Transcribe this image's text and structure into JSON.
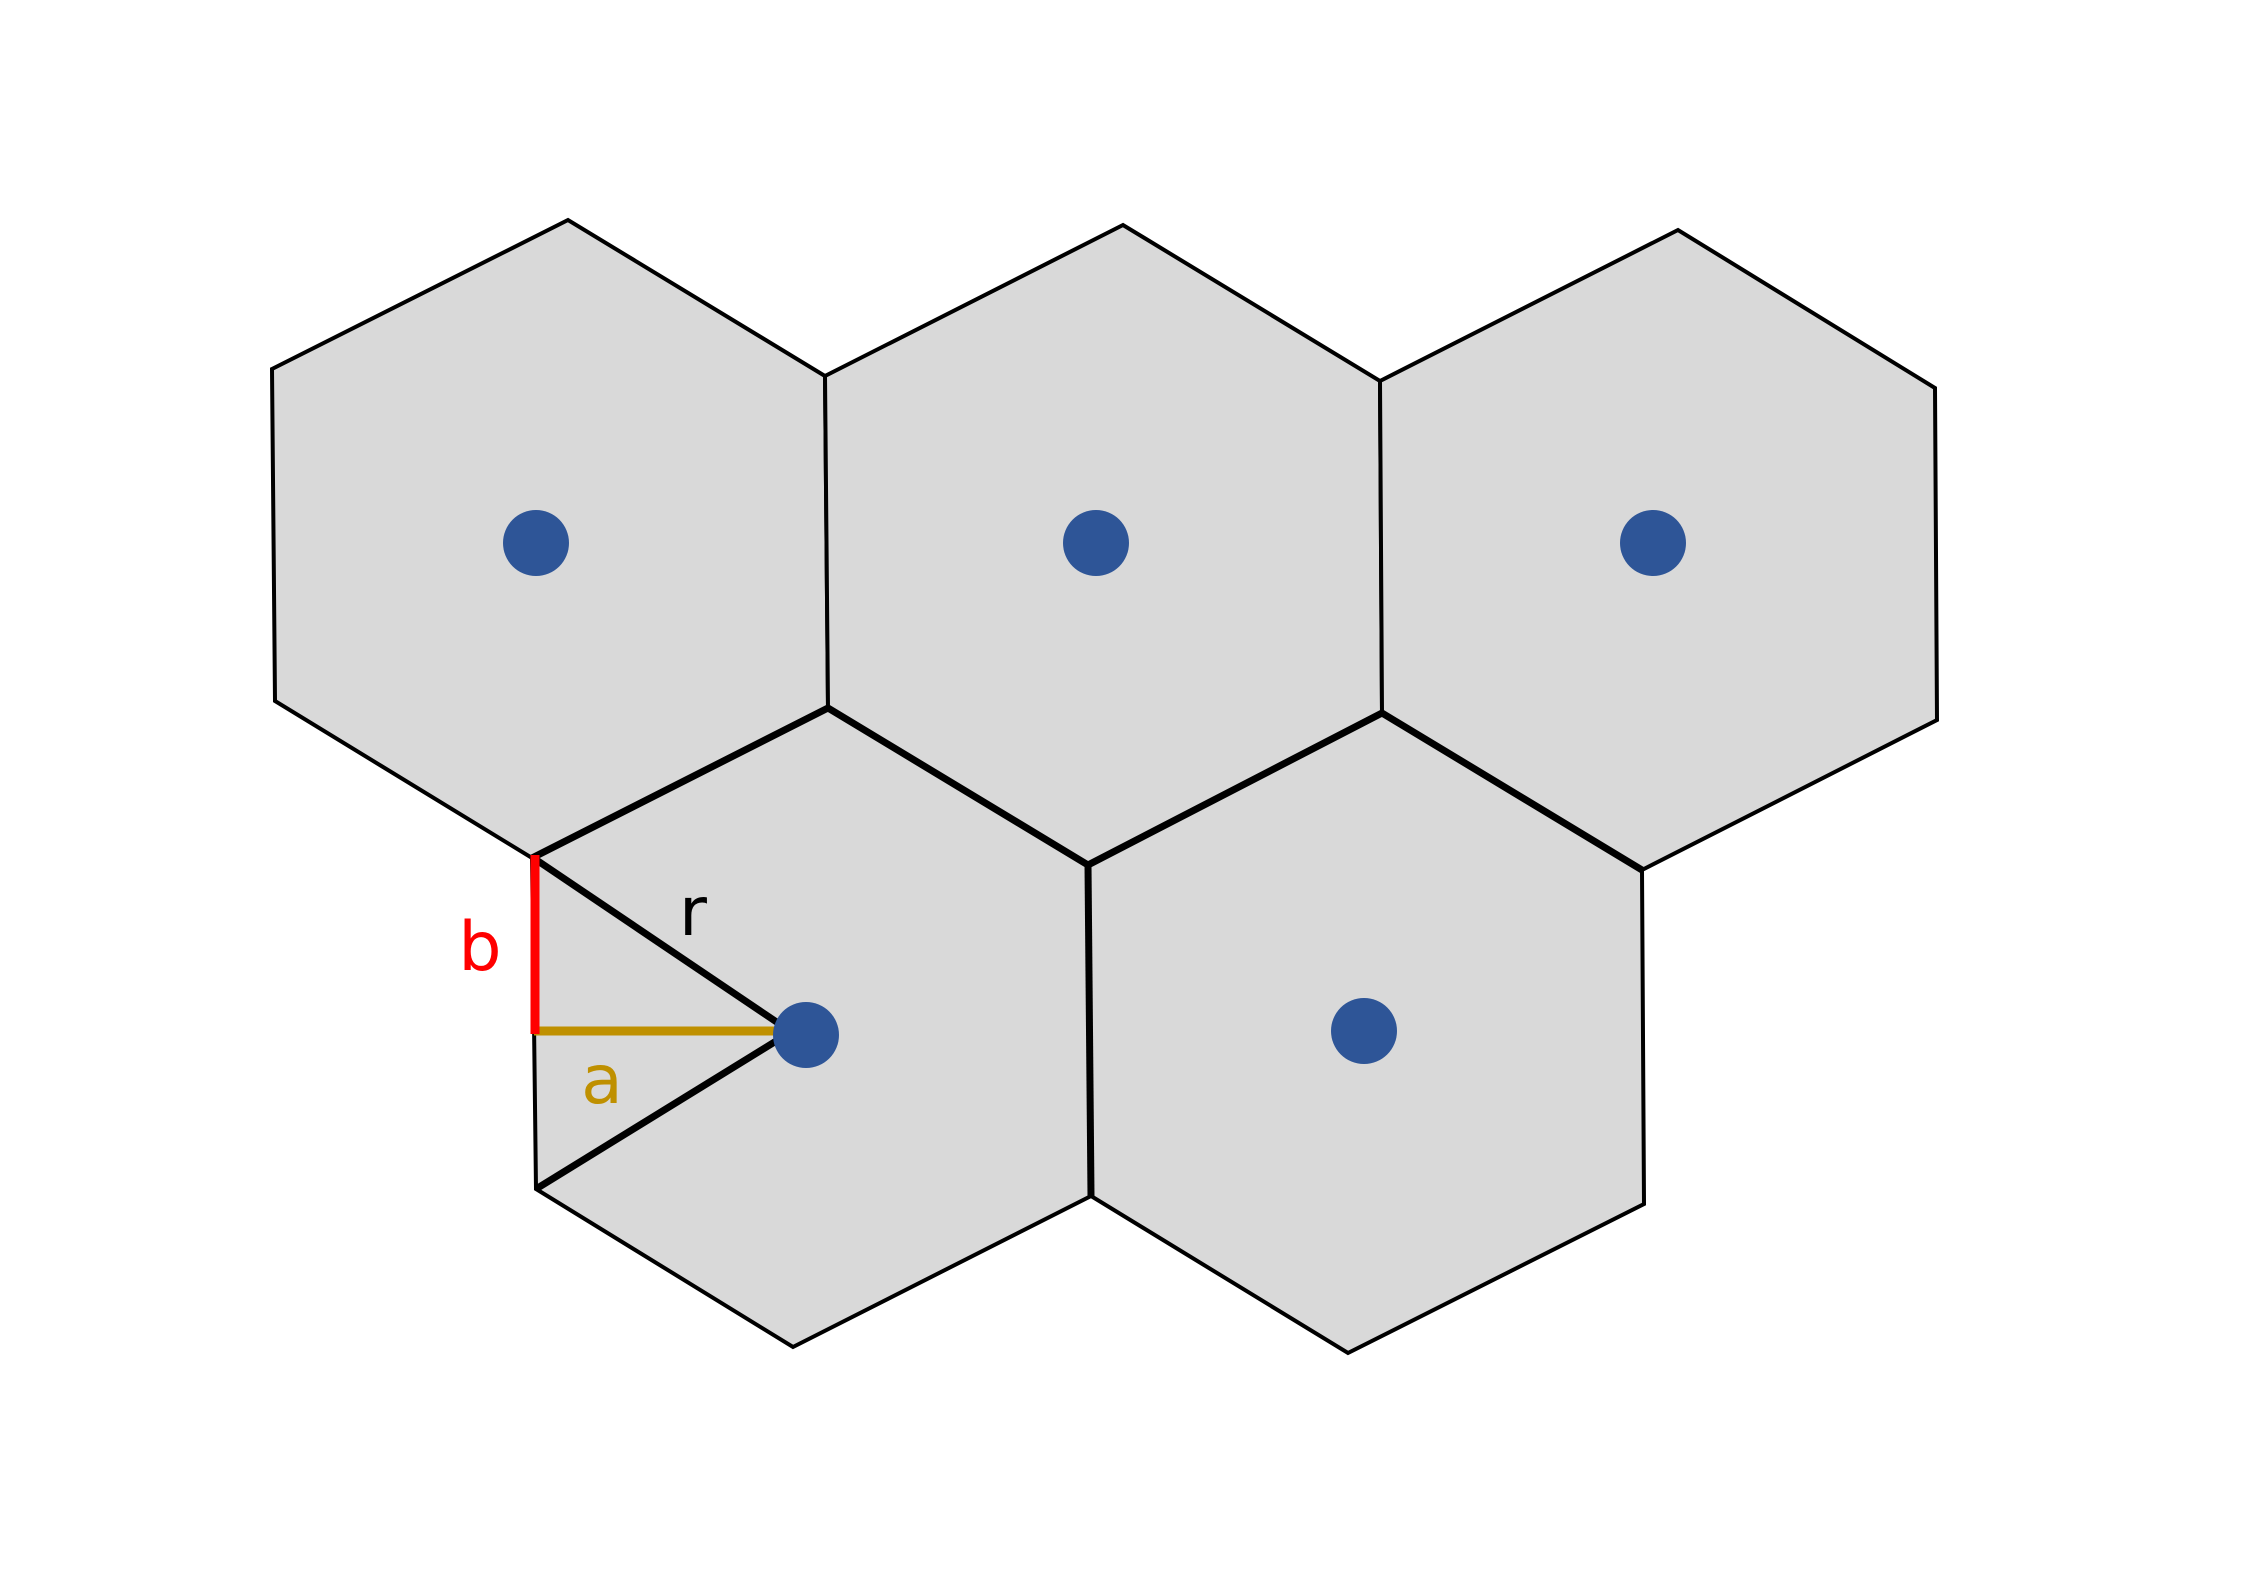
{
  "colors": {
    "background": "#ffffff",
    "cell_fill": "#d9d9d9",
    "cell_stroke": "#000000",
    "center_dot": "#2e5597",
    "b_segment": "#ff0000",
    "a_segment": "#bf9000",
    "r_segment": "#000000"
  },
  "cells": [
    {
      "id": "cell-1"
    },
    {
      "id": "cell-2"
    },
    {
      "id": "cell-3"
    },
    {
      "id": "cell-4"
    },
    {
      "id": "cell-5"
    }
  ],
  "labels": {
    "b": "b",
    "a": "a",
    "r": "r"
  }
}
